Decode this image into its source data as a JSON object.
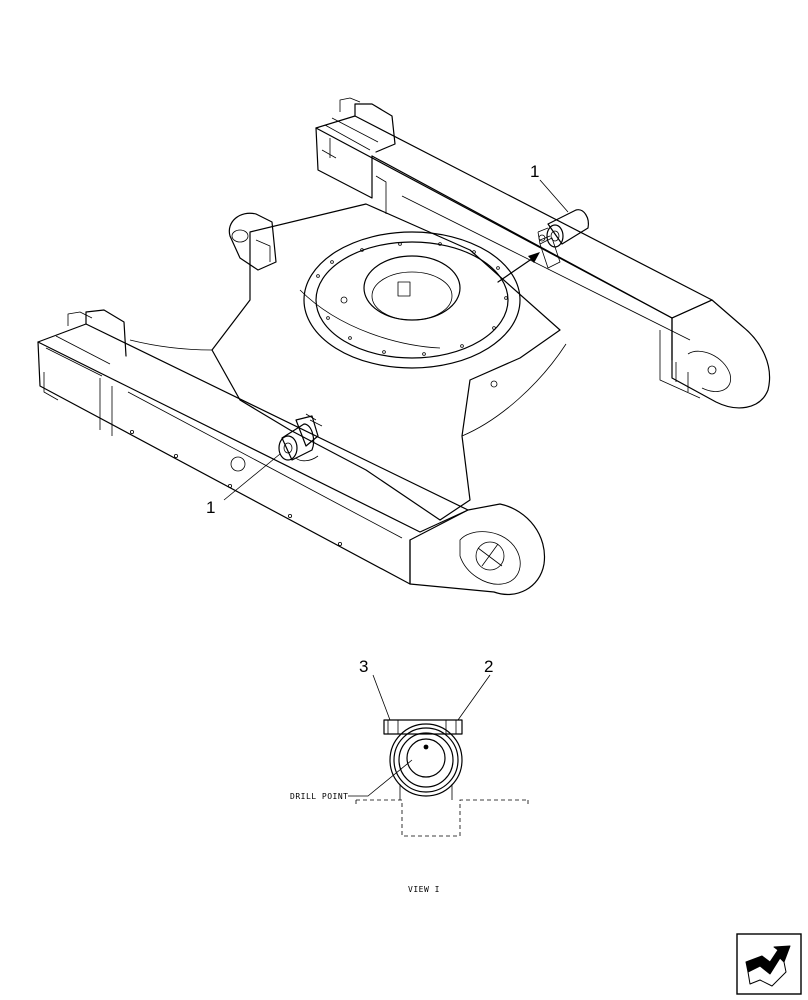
{
  "callouts": {
    "upper_item": "1",
    "lower_item": "1",
    "detail_left": "3",
    "detail_right": "2"
  },
  "notes": {
    "drill_point": "DRILL POINT",
    "view_label": "VIEW I"
  },
  "icons": {
    "corner": "next-page-arrow-icon"
  }
}
